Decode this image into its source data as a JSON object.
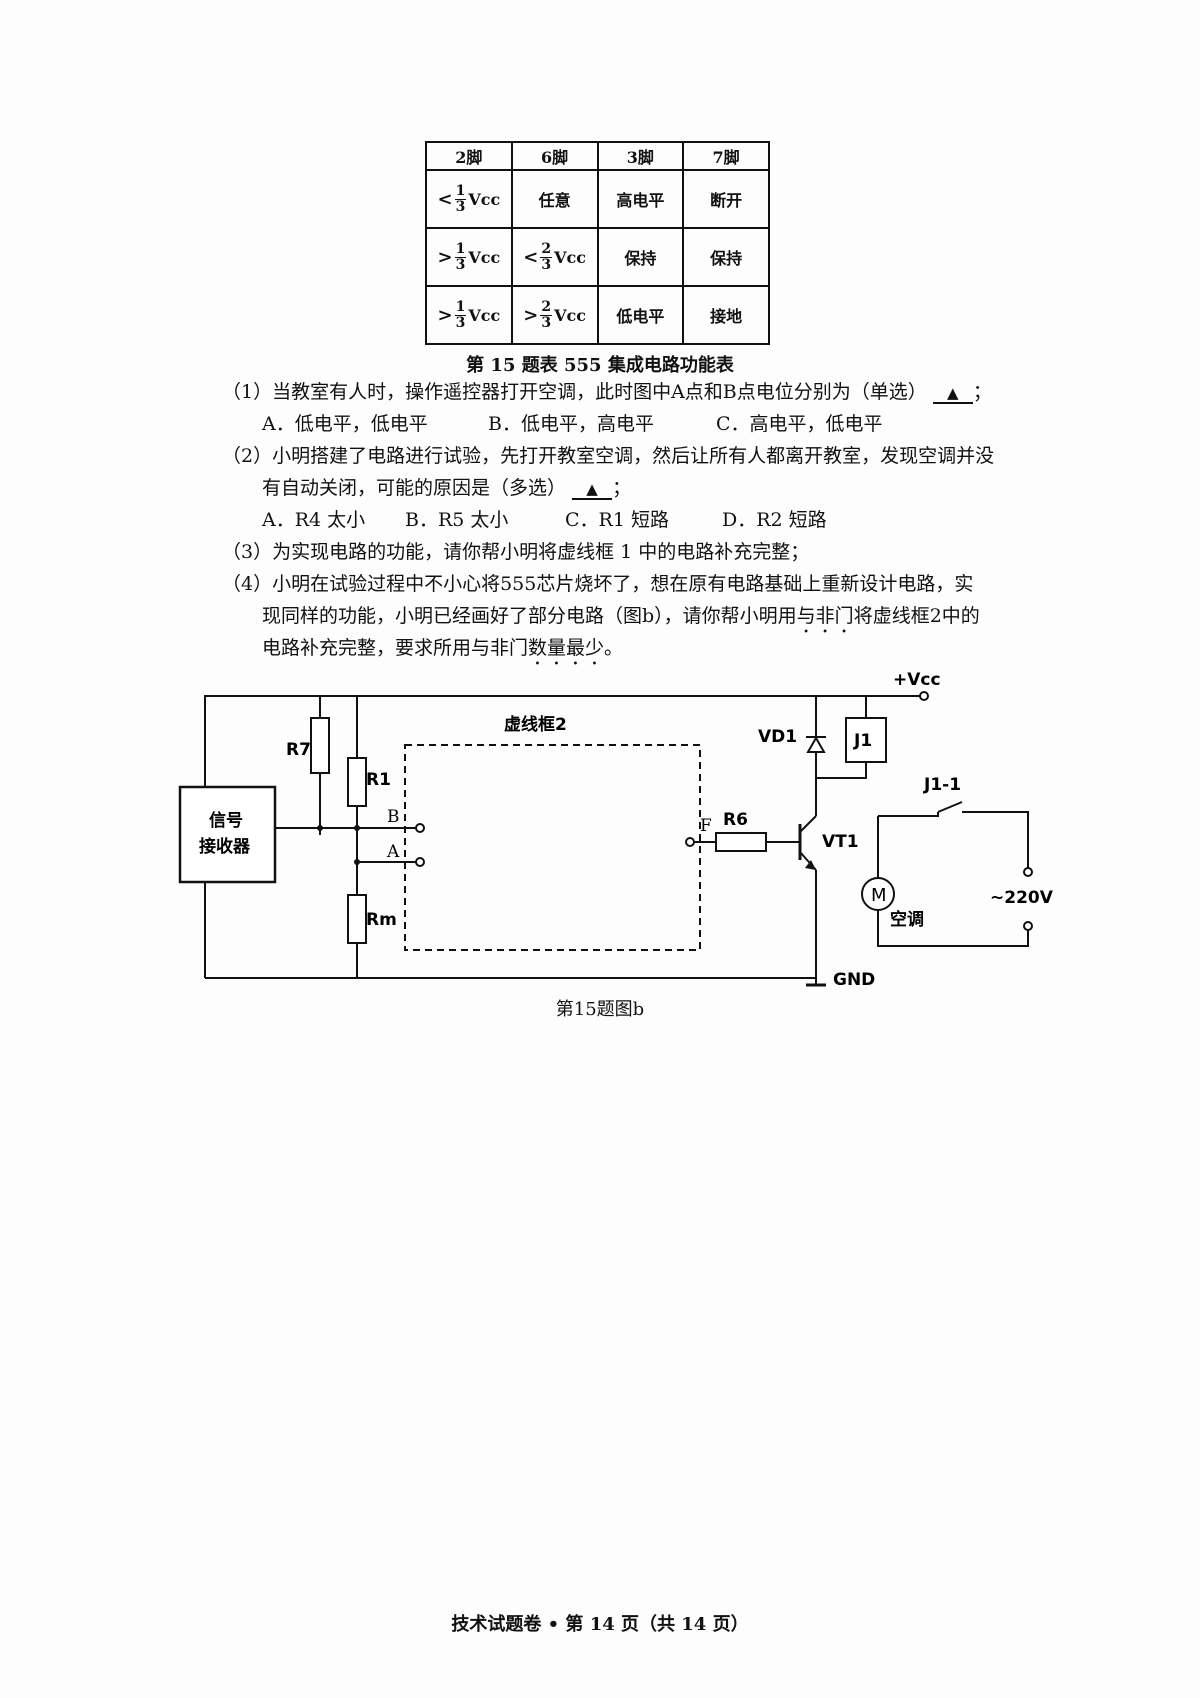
{
  "table": {
    "headers": [
      "2脚",
      "6脚",
      "3脚",
      "7脚"
    ],
    "vcc": "Vcc",
    "rows": [
      {
        "pin2": {
          "cmp": "<",
          "num": "1",
          "den": "3"
        },
        "pin6_text": "任意",
        "pin3": "高电平",
        "pin7": "断开"
      },
      {
        "pin2": {
          "cmp": ">",
          "num": "1",
          "den": "3"
        },
        "pin6": {
          "cmp": "<",
          "num": "2",
          "den": "3"
        },
        "pin3": "保持",
        "pin7": "保持"
      },
      {
        "pin2": {
          "cmp": ">",
          "num": "1",
          "den": "3"
        },
        "pin6": {
          "cmp": ">",
          "num": "2",
          "den": "3"
        },
        "pin3": "低电平",
        "pin7": "接地"
      }
    ],
    "caption": "第 15 题表 555 集成电路功能表"
  },
  "questions": {
    "q1": {
      "text": "（1）当教室有人时，操作遥控器打开空调，此时图中A点和B点电位分别为（单选）",
      "blank": "▲",
      "tail": "；",
      "options": [
        "A．低电平，低电平",
        "B．低电平，高电平",
        "C．高电平，低电平"
      ]
    },
    "q2": {
      "line1": "（2）小明搭建了电路进行试验，先打开教室空调，然后让所有人都离开教室，发现空调并没",
      "line2": "有自动关闭，可能的原因是（多选）",
      "blank": "▲",
      "tail": "；",
      "options": [
        "A．R4 太小",
        "B．R5 太小",
        "C．R1 短路",
        "D．R2 短路"
      ]
    },
    "q3": {
      "text": "（3）为实现电路的功能，请你帮小明将虚线框 1 中的电路补充完整；"
    },
    "q4": {
      "line1": "（4）小明在试验过程中不小心将555芯片烧坏了，想在原有电路基础上重新设计电路，实",
      "line2_a": "现同样的功能，小明已经画好了部分电路（图b），请你帮小明用",
      "line2_em": "与非门",
      "line2_b": "将虚线框2中的",
      "line3_a": "电路补充完整，要求所用与非门",
      "line3_em": "数量最少",
      "line3_b": "。"
    }
  },
  "circuit": {
    "vcc": "+Vcc",
    "gnd": "GND",
    "dashed_box": "虚线框2",
    "receiver_line1": "信号",
    "receiver_line2": "接收器",
    "r7": "R7",
    "r1": "R1",
    "rm": "Rm",
    "r6": "R6",
    "point_b": "B",
    "point_a": "A",
    "point_f": "F",
    "vd1": "VD1",
    "j1": "J1",
    "j1_1": "J1-1",
    "vt1": "VT1",
    "motor": "M",
    "ac_label": "空调",
    "mains": "~220V",
    "caption": "第15题图b"
  },
  "footer": "技术试题卷 • 第 14 页（共 14 页）"
}
